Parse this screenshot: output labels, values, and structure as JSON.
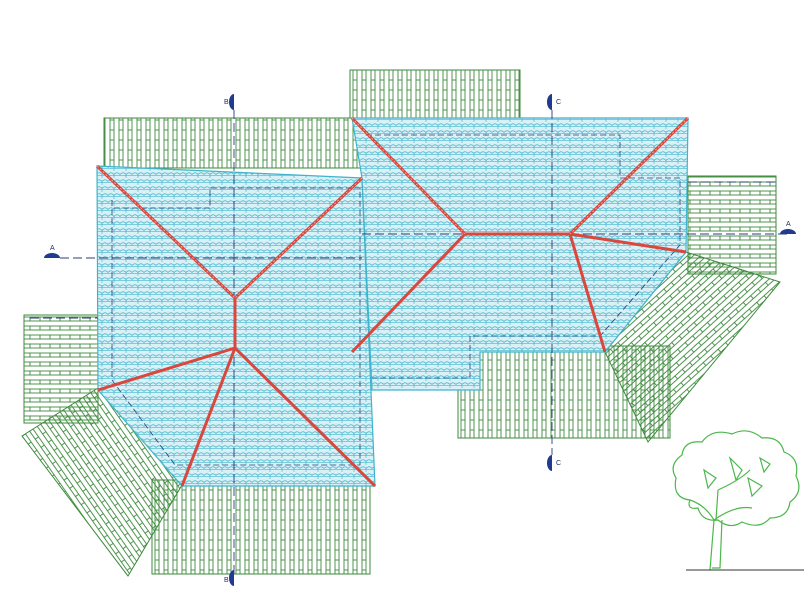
{
  "drawing": {
    "type": "roof plan",
    "colors": {
      "background": "#ffffff",
      "roof_tile": "#3fb4cc",
      "roof_tile_fill": "#d9f1f6",
      "hip_ridge": "#d9473d",
      "rafters": "#3d8a3d",
      "tree": "#4bb84b",
      "dashed_lines": "#2b3f7a",
      "section_marker": "#1f3a8f"
    },
    "icons": [
      "section-marker-icon",
      "tree-icon"
    ]
  },
  "section_markers": {
    "a_left": "A",
    "a_right": "A",
    "b_top": "B",
    "b_bottom": "B",
    "c_top": "C",
    "c_bottom": "C"
  }
}
